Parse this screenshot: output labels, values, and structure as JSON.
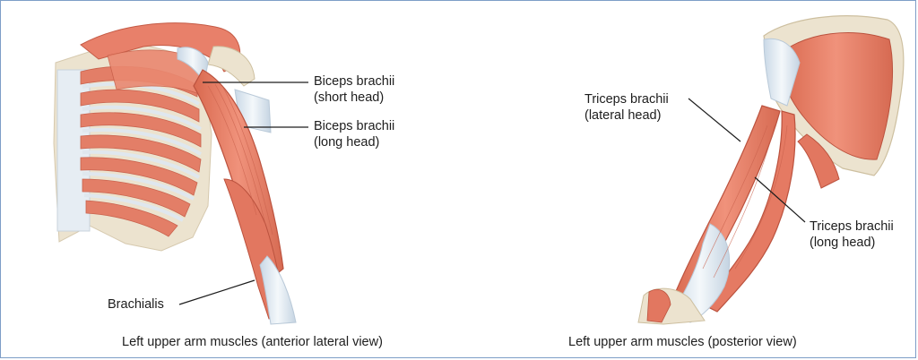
{
  "figure": {
    "anterior_view": {
      "caption": "Left upper arm muscles (anterior lateral view)",
      "labels": {
        "biceps_short_line1": "Biceps brachii",
        "biceps_short_line2": "(short head)",
        "biceps_long_line1": "Biceps brachii",
        "biceps_long_line2": "(long head)",
        "brachialis": "Brachialis"
      }
    },
    "posterior_view": {
      "caption": "Left upper arm muscles (posterior view)",
      "labels": {
        "triceps_lateral_line1": "Triceps brachii",
        "triceps_lateral_line2": "(lateral head)",
        "triceps_long_line1": "Triceps brachii",
        "triceps_long_line2": "(long head)"
      }
    }
  },
  "colors": {
    "muscle": "#e8806a",
    "muscle_dark": "#c95a47",
    "tendon": "#dfe9f2",
    "bone": "#ece3cf",
    "frame_border": "#7e9ec7"
  }
}
